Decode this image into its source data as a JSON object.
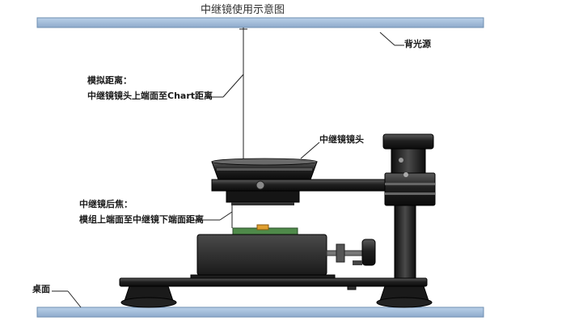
{
  "title": "中继镜使用示意图",
  "labels": {
    "backlight": "背光源",
    "sim_distance_title": "模拟距离：",
    "sim_distance_desc": "中继镜镜头上端面至Chart距离",
    "relay_lens_head": "中继镜镜头",
    "relay_bfl_title": "中继镜后焦：",
    "relay_bfl_desc": "模组上端面至中继镜下端面距离",
    "desktop": "桌面"
  },
  "colors": {
    "plate": "#9fbad6",
    "plate_edge": "#6f8fb2",
    "metal_dark": "#141414",
    "metal_mid": "#3a3a3a",
    "pcb_green": "#4f8a4a",
    "connector_orange": "#e0a030"
  },
  "icons": [
    "backlight-plate",
    "desktop-plate",
    "relay-lens",
    "lens-stand",
    "camera-module"
  ]
}
